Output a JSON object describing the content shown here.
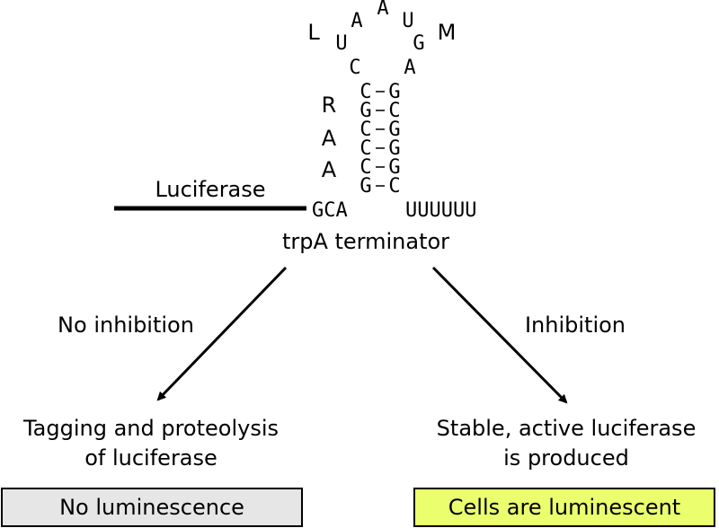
{
  "gene_label": "Luciferase",
  "terminator": {
    "label": "trpA terminator",
    "left_base": "GCA",
    "right_tail": "UUUUUU",
    "loop": [
      "C",
      "U",
      "A",
      "A",
      "U",
      "G",
      "A"
    ],
    "stem_pairs": [
      [
        "C",
        "G"
      ],
      [
        "G",
        "C"
      ],
      [
        "C",
        "G"
      ],
      [
        "C",
        "G"
      ],
      [
        "C",
        "G"
      ],
      [
        "G",
        "C"
      ]
    ],
    "peptide_letters": [
      "R",
      "A",
      "A",
      "L",
      "M"
    ]
  },
  "branches": {
    "left": {
      "arrow_label": "No inhibition",
      "outcome_line1": "Tagging and proteolysis",
      "outcome_line2": "of luciferase",
      "result": "No luminescence"
    },
    "right": {
      "arrow_label": "Inhibition",
      "outcome_line1": "Stable, active luciferase",
      "outcome_line2": "is produced",
      "result": "Cells are luminescent"
    }
  },
  "colors": {
    "no_luminescence_box": "#e6e6e6",
    "luminescent_box": "#ebff6e",
    "ink": "#000000"
  }
}
